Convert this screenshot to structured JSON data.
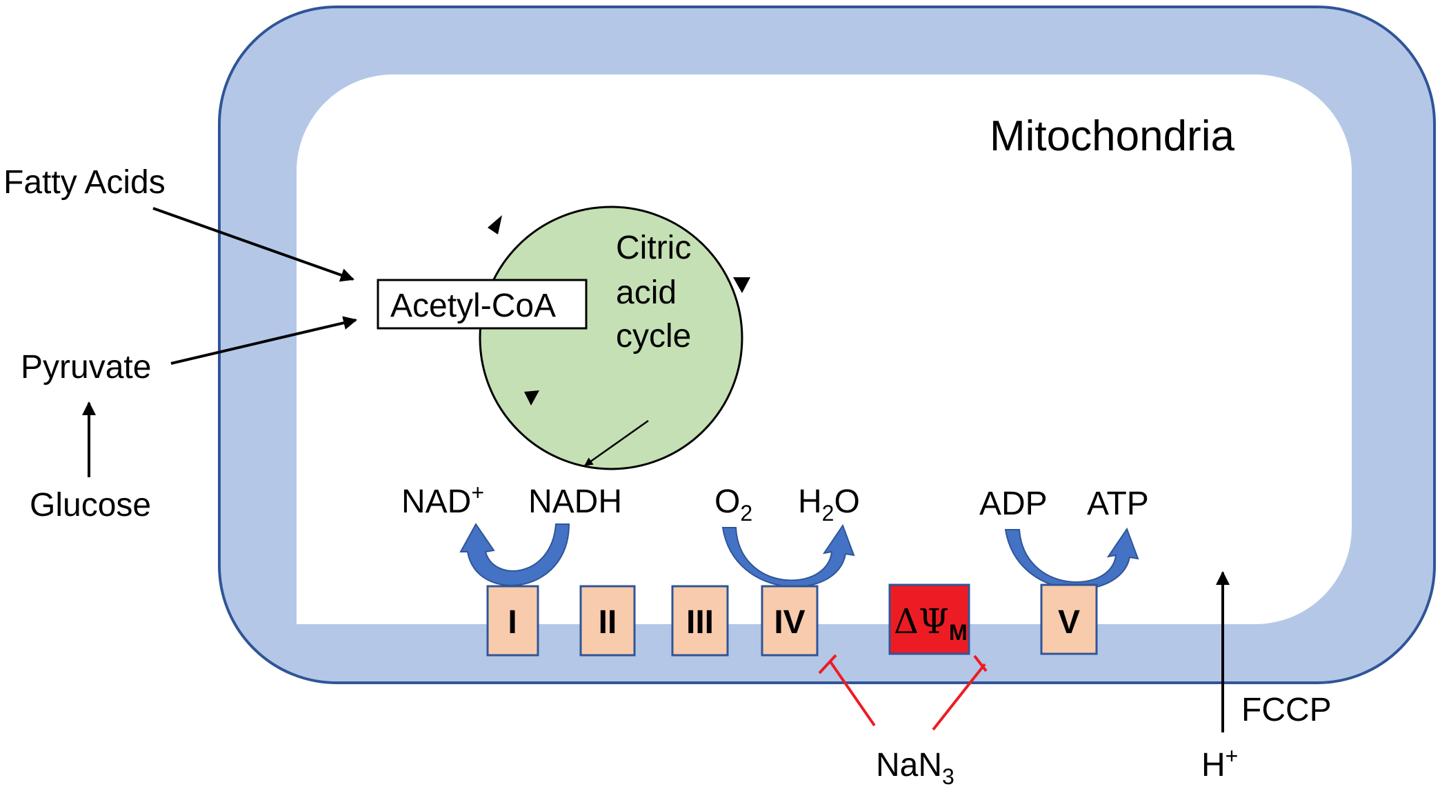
{
  "title": "Mitochondria",
  "inputs": {
    "fatty_acids": "Fatty Acids",
    "pyruvate": "Pyruvate",
    "glucose": "Glucose"
  },
  "acetyl_coa": "Acetyl-CoA",
  "citric_cycle": {
    "line1": "Citric",
    "line2": "acid",
    "line3": "cycle"
  },
  "reactions": {
    "nad_plus": "NAD",
    "nad_plus_sup": "+",
    "nadh": "NADH",
    "o2": "O",
    "o2_sub": "2",
    "h2o_h": "H",
    "h2o_sub": "2",
    "h2o_o": "O",
    "adp": "ADP",
    "atp": "ATP"
  },
  "complexes": [
    {
      "id": "I",
      "label": "I"
    },
    {
      "id": "II",
      "label": "II"
    },
    {
      "id": "III",
      "label": "III"
    },
    {
      "id": "IV",
      "label": "IV"
    },
    {
      "id": "membrane_potential",
      "label": "ΔΨ",
      "sub": "M"
    },
    {
      "id": "V",
      "label": "V"
    }
  ],
  "inhibitor": {
    "name": "NaN",
    "sub": "3"
  },
  "uncoupler": {
    "name": "FCCP",
    "ion": "H",
    "ion_sup": "+"
  },
  "colors": {
    "membrane_fill": "#b4c7e7",
    "membrane_stroke": "#2f5597",
    "cycle_fill": "#c5e0b4",
    "complex_fill": "#f8cbad",
    "potential_fill": "#ed1c24",
    "inhibitor_line": "#ed1c24",
    "curved_arrow": "#4472c4"
  }
}
